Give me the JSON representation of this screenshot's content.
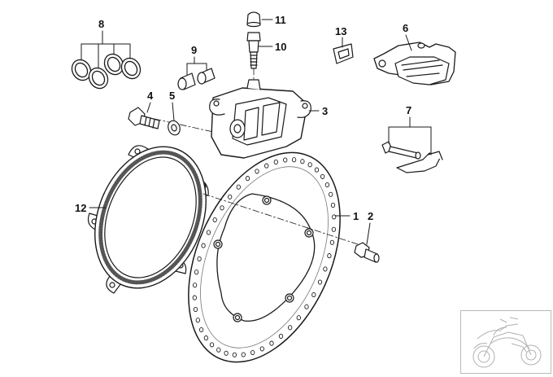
{
  "diagram": {
    "type": "exploded-parts-diagram",
    "subject": "rear brake caliper and brake disc assembly",
    "callouts": [
      {
        "id": "c1",
        "number": "1"
      },
      {
        "id": "c2",
        "number": "2"
      },
      {
        "id": "c3",
        "number": "3"
      },
      {
        "id": "c4",
        "number": "4"
      },
      {
        "id": "c5",
        "number": "5"
      },
      {
        "id": "c6",
        "number": "6"
      },
      {
        "id": "c7",
        "number": "7"
      },
      {
        "id": "c8",
        "number": "8"
      },
      {
        "id": "c9",
        "number": "9"
      },
      {
        "id": "c10",
        "number": "10"
      },
      {
        "id": "c11",
        "number": "11"
      },
      {
        "id": "c12",
        "number": "12"
      },
      {
        "id": "c13",
        "number": "13"
      }
    ],
    "thumbnail": {
      "icon": "motorcycle-outline-icon"
    },
    "colors": {
      "line": "#1a1a1a",
      "fill": "#ffffff",
      "thumbnail_line": "#b0b0b0"
    }
  }
}
